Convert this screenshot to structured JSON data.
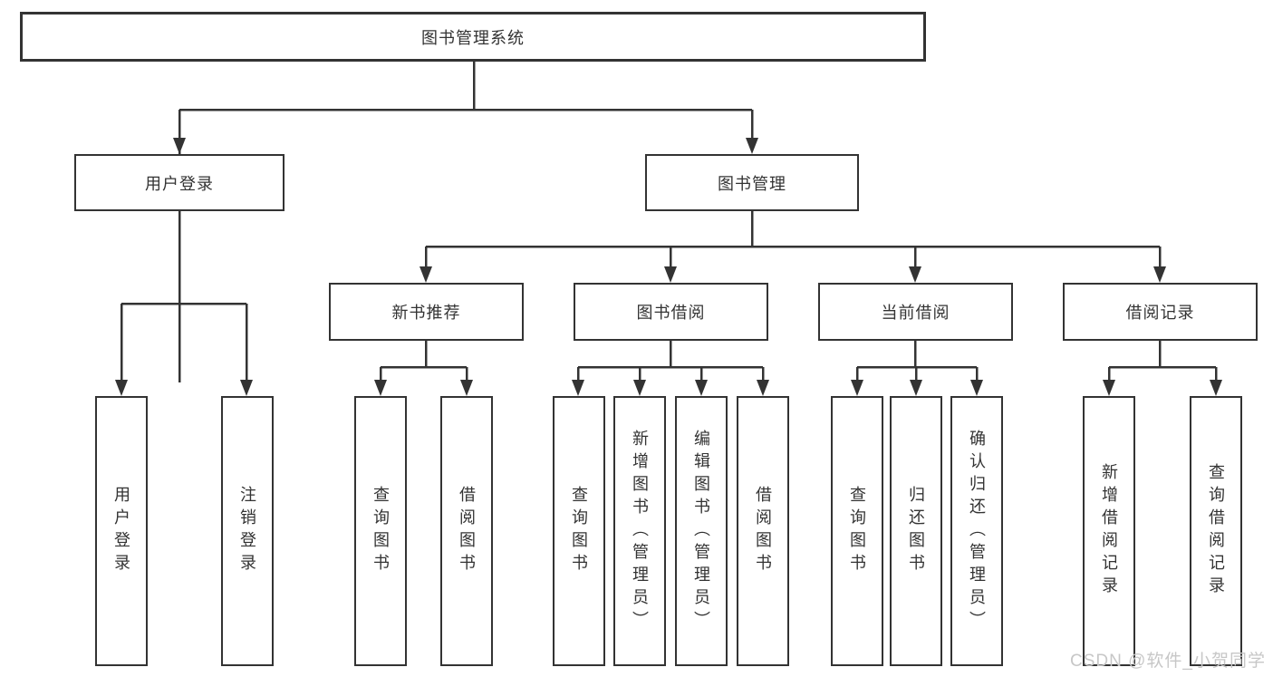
{
  "diagram": {
    "type": "hierarchy-tree",
    "root": {
      "label": "图书管理系统"
    },
    "level2": [
      {
        "label": "用户登录",
        "children": [
          {
            "label": "用户登录"
          },
          {
            "label": "注销登录"
          }
        ]
      },
      {
        "label": "图书管理"
      }
    ],
    "level3": [
      {
        "label": "新书推荐",
        "children": [
          {
            "label": "查询图书"
          },
          {
            "label": "借阅图书"
          }
        ]
      },
      {
        "label": "图书借阅",
        "children": [
          {
            "label": "查询图书"
          },
          {
            "label": "新增图书（管理员）"
          },
          {
            "label": "编辑图书（管理员）"
          },
          {
            "label": "借阅图书"
          }
        ]
      },
      {
        "label": "当前借阅",
        "children": [
          {
            "label": "查询图书"
          },
          {
            "label": "归还图书"
          },
          {
            "label": "确认归还（管理员）"
          }
        ]
      },
      {
        "label": "借阅记录",
        "children": [
          {
            "label": "新增借阅记录"
          },
          {
            "label": "查询借阅记录"
          }
        ]
      }
    ],
    "colors": {
      "line": "#333333",
      "text": "#333333",
      "box_background": "#ffffff",
      "page_background": "#ffffff",
      "watermark": "#c7c7c7"
    }
  },
  "watermark": {
    "text": "CSDN @软件_小贺同学"
  }
}
